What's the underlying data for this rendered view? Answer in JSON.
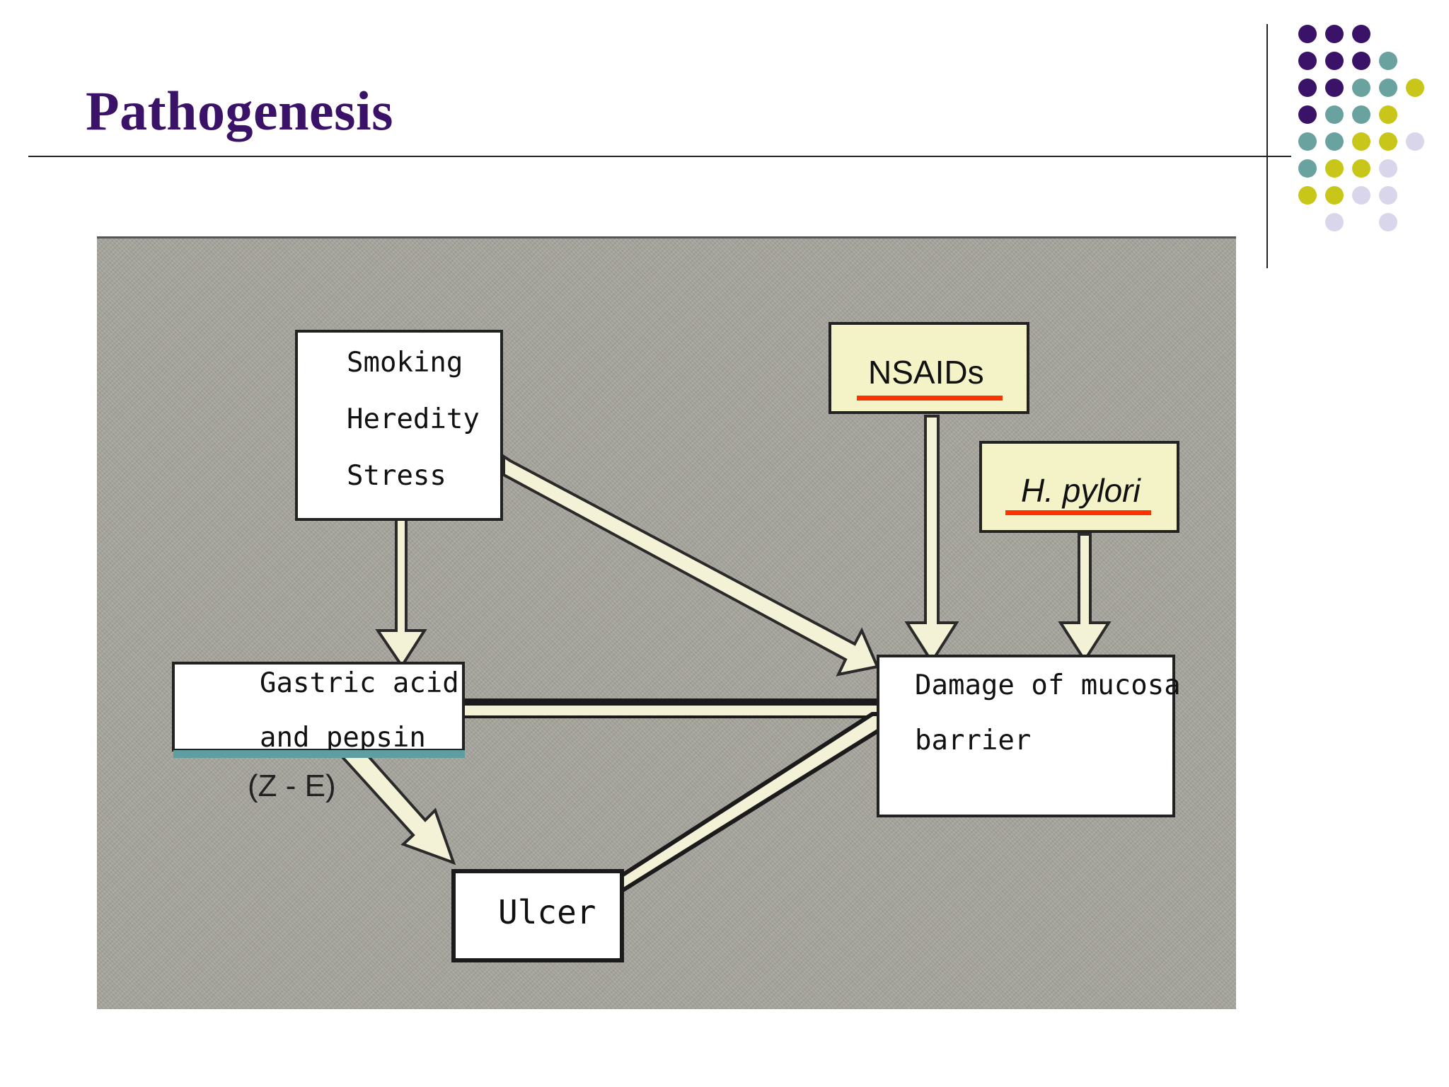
{
  "slide": {
    "title": "Pathogenesis"
  },
  "colors": {
    "title": "#3a1268",
    "panel_bg": "#a6a49c",
    "box_fill": "#ffffff",
    "pale_fill": "#f4f3c8",
    "arrow_fill": "#f3f1d6",
    "underline_red": "#ff3300",
    "underline_teal": "#5f9ea0",
    "dot_purple": "#3a1268",
    "dot_teal": "#6aa2a0",
    "dot_yellow": "#c9c61a",
    "dot_lavender": "#d9d6ec"
  },
  "decor": {
    "dot_rows": [
      [
        "purple",
        "purple",
        "purple",
        "none",
        "none"
      ],
      [
        "purple",
        "purple",
        "purple",
        "teal",
        "none"
      ],
      [
        "purple",
        "purple",
        "teal",
        "teal",
        "yellow"
      ],
      [
        "purple",
        "teal",
        "teal",
        "yellow",
        "none"
      ],
      [
        "teal",
        "teal",
        "yellow",
        "yellow",
        "lavender"
      ],
      [
        "teal",
        "yellow",
        "yellow",
        "lavender",
        "none"
      ],
      [
        "yellow",
        "yellow",
        "lavender",
        "lavender",
        "none"
      ],
      [
        "none",
        "lavender",
        "none",
        "lavender",
        "none"
      ]
    ]
  },
  "diagram": {
    "risk_factors": {
      "lines": [
        "Smoking",
        "Heredity",
        "Stress"
      ]
    },
    "nsaids": {
      "label": "NSAIDs"
    },
    "h_pylori": {
      "label": "H. pylori"
    },
    "gastric_acid": {
      "lines": [
        "Gastric acid",
        "and pepsin"
      ]
    },
    "ze_note": "(Z - E)",
    "mucosa": {
      "lines": [
        "Damage of mucosa",
        "barrier"
      ]
    },
    "ulcer": {
      "label": "Ulcer"
    }
  }
}
